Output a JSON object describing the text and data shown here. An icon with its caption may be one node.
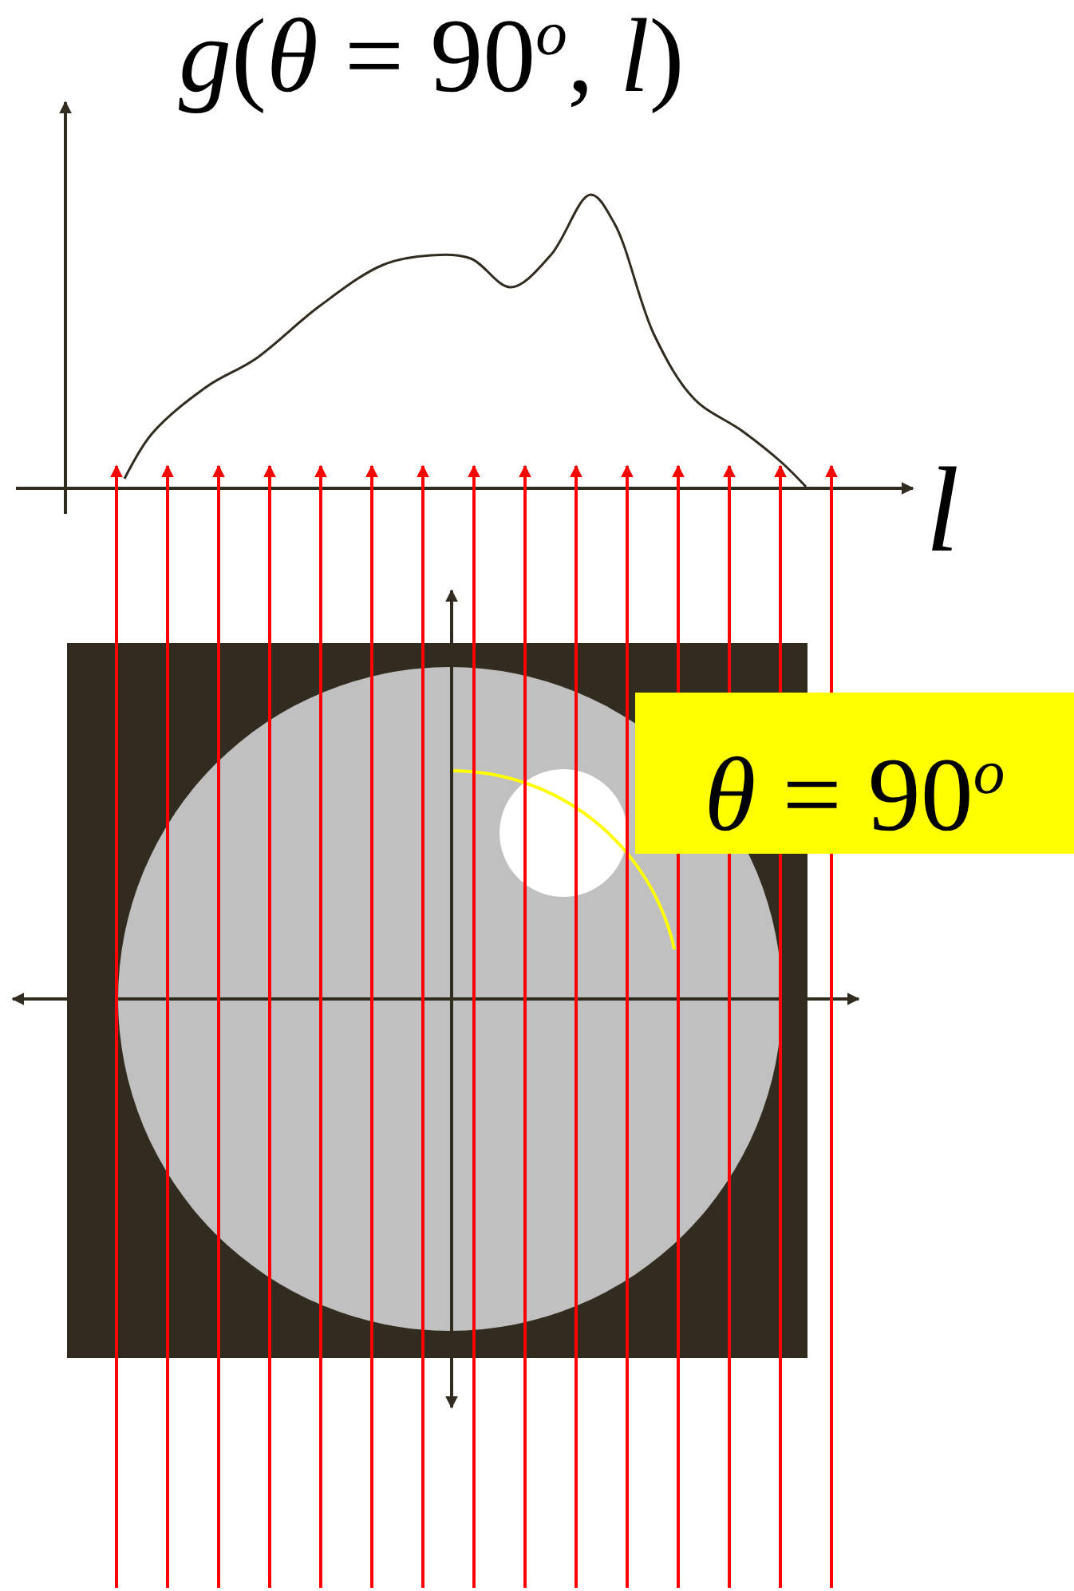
{
  "diagram": {
    "title": "*g*(*θ* = 90$^{o}$, *l*)",
    "labels": [
      "l",
      "*θ* = 90$^{o}$"
    ]
  }
}
